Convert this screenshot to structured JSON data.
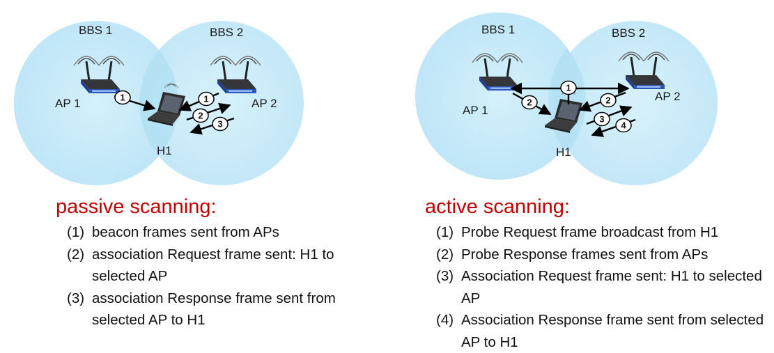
{
  "passive": {
    "bss1_label": "BBS 1",
    "bss2_label": "BBS 2",
    "ap1_label": "AP 1",
    "ap2_label": "AP 2",
    "host_label": "H1",
    "badges": [
      "1",
      "1",
      "2",
      "3"
    ],
    "title": "passive scanning:",
    "steps": [
      {
        "num": "(1)",
        "text": "beacon frames sent from APs"
      },
      {
        "num": "(2)",
        "text": "association Request frame sent: H1 to selected AP"
      },
      {
        "num": "(3)",
        "text": "association Response frame sent from  selected AP to H1"
      }
    ]
  },
  "active": {
    "bss1_label": "BBS 1",
    "bss2_label": "BBS 2",
    "ap1_label": "AP 1",
    "ap2_label": "AP 2",
    "host_label": "H1",
    "badges": [
      "1",
      "2",
      "2",
      "3",
      "4"
    ],
    "title": "active  scanning:",
    "steps": [
      {
        "num": "(1)",
        "text": "Probe Request frame broadcast from H1"
      },
      {
        "num": "(2)",
        "text": "Probe Response frames sent from APs"
      },
      {
        "num": "(3)",
        "text": "Association Request frame sent: H1 to selected AP"
      },
      {
        "num": "(4)",
        "text": "Association Response frame sent from selected AP to H1"
      }
    ]
  },
  "colors": {
    "bss_fill": "#c9ecf9",
    "bss_overlap": "#a9dcf3",
    "heading": "#c00000",
    "router_blue": "#2c55b8",
    "arrow": "#000000"
  },
  "icons": {
    "access_point": "wireless-router-icon",
    "host": "laptop-icon"
  }
}
